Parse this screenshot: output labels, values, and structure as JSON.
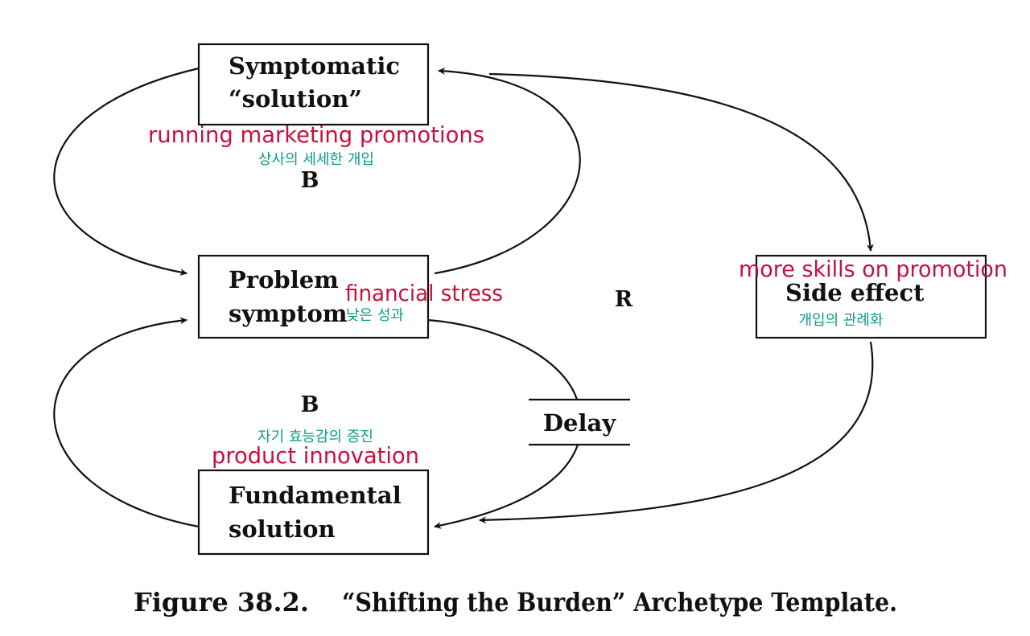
{
  "diagram": {
    "boxes": {
      "symptomatic": {
        "line1": "Symptomatic",
        "line2": "“solution”"
      },
      "problem": {
        "line1": "Problem",
        "line2": "symptom"
      },
      "fundamental": {
        "line1": "Fundamental",
        "line2": "solution"
      },
      "side_effect": {
        "line1": "Side effect"
      }
    },
    "delay_label": "Delay",
    "loops": {
      "upper_balancing": "B",
      "lower_balancing": "B",
      "reinforcing": "R"
    },
    "annotations": {
      "symptomatic_en": "running marketing promotions",
      "symptomatic_ko": "상사의 세세한 개입",
      "problem_en": "financial stress",
      "problem_ko": "낮은 성과",
      "side_effect_en": "more skills on promotion",
      "side_effect_ko": "개입의 관례화",
      "fundamental_ko": "자기 효능감의 증진",
      "fundamental_en": "product innovation"
    },
    "colors": {
      "english_annotation": "#c8103e",
      "korean_annotation": "#0f9a86",
      "ink": "#111111"
    }
  },
  "caption": {
    "figure_number": "Figure 38.2.",
    "title": "“Shifting the Burden” Archetype Template."
  }
}
